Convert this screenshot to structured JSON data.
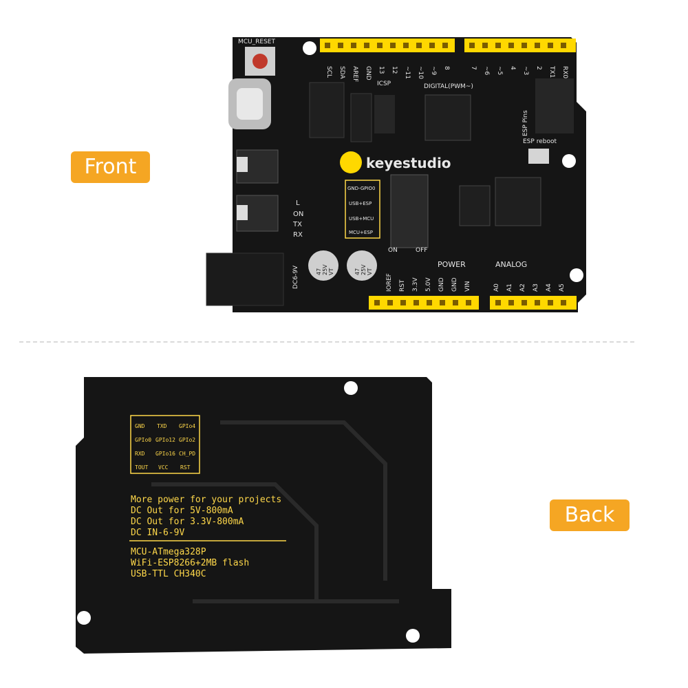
{
  "labels": {
    "front": "Front",
    "back": "Back"
  },
  "colors": {
    "tag": "#f5a623",
    "pcb": "#151515",
    "header": "#ffd800",
    "silk": "#ffd84a"
  },
  "front_board": {
    "brand": "keyestudio",
    "mcu_reset": "MCU_RESET",
    "icsp": "ICSP",
    "digital": "DIGITAL(PWM~)",
    "esp_pins": "ESP Pins",
    "esp_reboot": "ESP reboot",
    "top_pins": [
      "SCL",
      "SDA",
      "AREF",
      "GND",
      "13",
      "12",
      "~11",
      "~10",
      "~9",
      "8",
      "7",
      "~6",
      "~5",
      "4",
      "~3",
      "2",
      "TX1",
      "RX0"
    ],
    "leds": [
      "L",
      "ON",
      "TX",
      "RX"
    ],
    "switch_labels": [
      "GND-GPIO0",
      "USB+ESP",
      "USB+MCU",
      "MCU+ESP"
    ],
    "on": "ON",
    "off": "OFF",
    "power": "POWER",
    "analog": "ANALOG",
    "dc": "DC6-9V",
    "power_pins": [
      "IOREF",
      "RST",
      "3.3V",
      "5.0V",
      "GND",
      "GND",
      "VIN"
    ],
    "analog_pins": [
      "A0",
      "A1",
      "A2",
      "A3",
      "A4",
      "A5"
    ],
    "cap_text": [
      "47",
      "25V",
      "VT"
    ]
  },
  "back_board": {
    "pin_table": [
      [
        "GND",
        "TXD",
        "GPIo4"
      ],
      [
        "GPIo0",
        "GPIo12",
        "GPIo2"
      ],
      [
        "RXD",
        "GPIo16",
        "CH_PD"
      ],
      [
        "TOUT",
        "VCC",
        "RST"
      ]
    ],
    "power_lines": [
      "More power for your projects",
      "DC Out for 5V-800mA",
      "DC Out for 3.3V-800mA",
      "DC IN-6-9V"
    ],
    "spec_lines": [
      "MCU-ATmega328P",
      "WiFi-ESP8266+2MB flash",
      "USB-TTL  CH340C"
    ]
  }
}
